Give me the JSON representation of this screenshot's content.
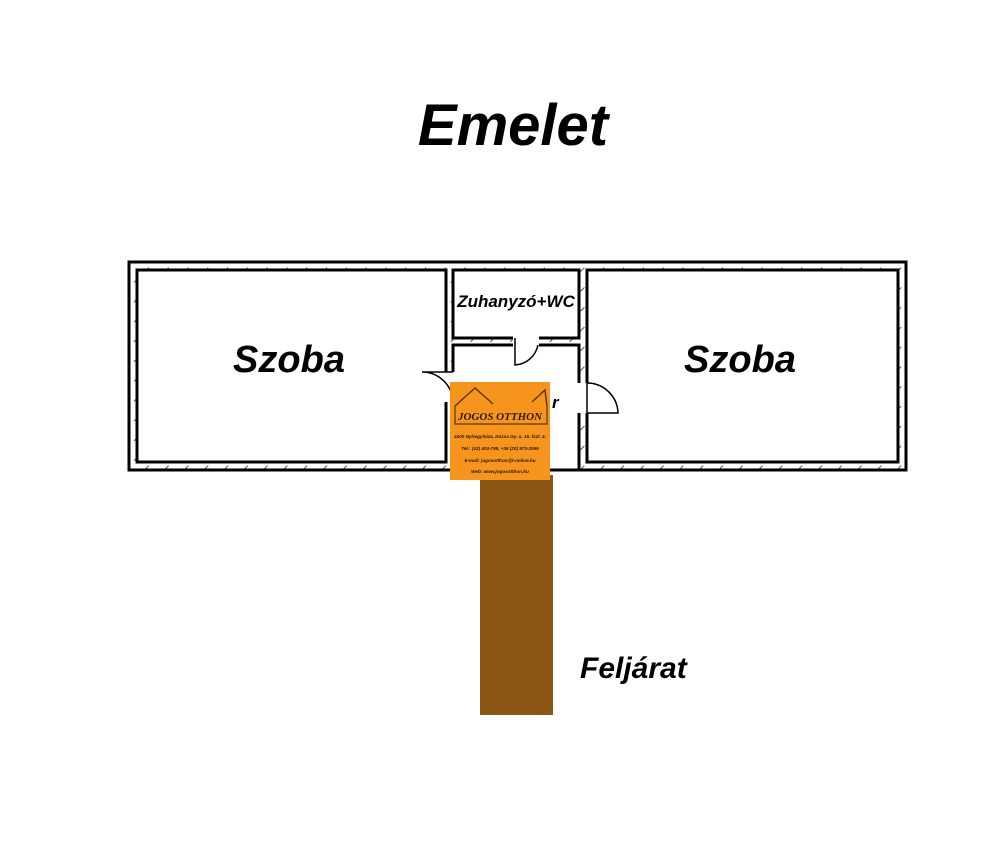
{
  "title": "Emelet",
  "rooms": {
    "left": "Szoba",
    "right": "Szoba",
    "bathroom": "Zuhanyzó+WC",
    "hall_partial": "r"
  },
  "stairs_label": "Feljárat",
  "logo": {
    "name": "JOGOS OTTHON",
    "address": "4400 Nyíregyháza, Dózsa Gy. u. 15. fszt. 4.",
    "phone": "Tel.: (42) 403-799, +36 (20) 973-2069",
    "email": "E-mail: jogosotthon@t-online.hu",
    "web": "Web: www.jogosotthon.hu"
  },
  "colors": {
    "stairs": "#8B5513",
    "logo": "#F7941D"
  }
}
